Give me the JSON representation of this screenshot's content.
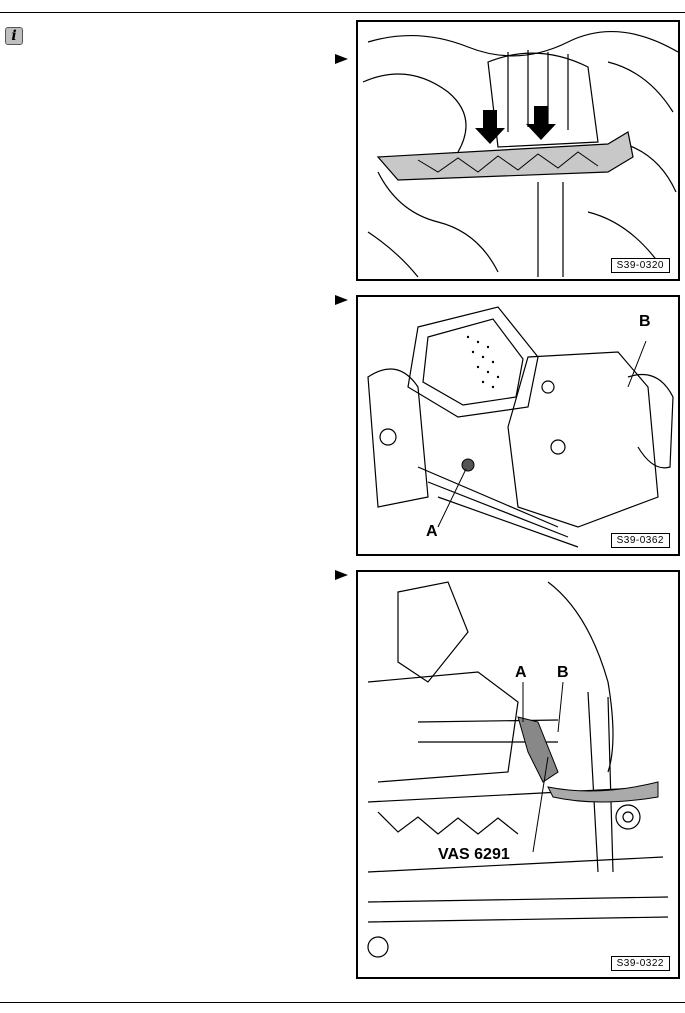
{
  "info_icon": {
    "glyph": "i",
    "icon": "info-icon"
  },
  "figures": [
    {
      "code": "S39-0320",
      "callouts": []
    },
    {
      "code": "S39-0362",
      "callouts": [
        "B",
        "A"
      ]
    },
    {
      "code": "S39-0322",
      "callouts": [
        "A",
        "B",
        "VAS 6291"
      ]
    }
  ]
}
